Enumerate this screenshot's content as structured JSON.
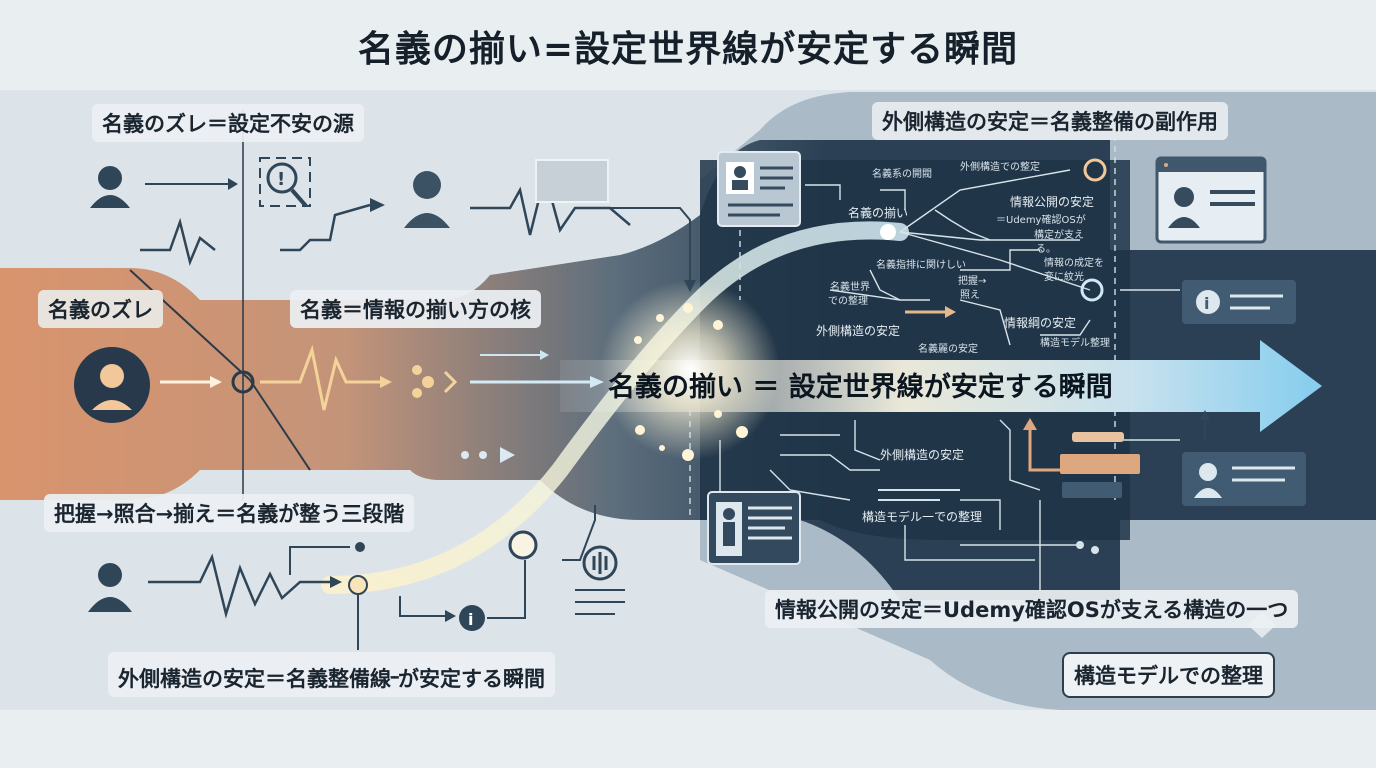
{
  "title": "名義の揃い=設定世界線が安定する瞬間",
  "labels": {
    "top_left": "名義のズレ＝設定不安の源",
    "left_tag": "名義のズレ",
    "center_left": "名義＝情報の揃い方の核",
    "three_stage": "把握→照合→揃え＝名義が整う三段階",
    "bottom_left": "外側構造の安定＝名義整備線᠊᠊が安定する瞬間",
    "top_right": "外側構造の安定＝名義整備の副作用",
    "bottom_right": "情報公開の安定＝Udemy確認OSが支える構造の一つ",
    "corner_box": "構造モデルでの整理"
  },
  "main_arrow": {
    "text": "名義の揃い ＝ 設定世界線が安定する瞬間"
  },
  "diagram_texts": {
    "t1": "名義系の開閥",
    "t2": "外側構造での整定",
    "t3": "情報公開の安定",
    "t4": "＝Udemy確認OSが",
    "t5": "構定が支え",
    "t6": "る。",
    "t7": "名義の揃い",
    "t8": "名義指排に関けしい",
    "t9": "名義世界",
    "t10": "での整理",
    "t11": "把握→",
    "t12": "照え",
    "t13": "情報の成定を",
    "t14": "変に紋光",
    "t15": "外側構造の安定",
    "t16": "情報綱の安定",
    "t17": "名義麗の安定",
    "t18": "構造モデル整理",
    "t19": "外側構造の安定",
    "t20": "構造モデル一での整理"
  },
  "icons": [
    "user-icon",
    "search-alert-icon",
    "businessman-icon",
    "profile-card-icon",
    "info-icon",
    "audio-icon",
    "document-icon"
  ],
  "colors": {
    "dark_panel": "#1f3447",
    "accent_orange": "#dda77f",
    "light_bg": "#e9eef1",
    "beam": "#bfe9ff"
  }
}
